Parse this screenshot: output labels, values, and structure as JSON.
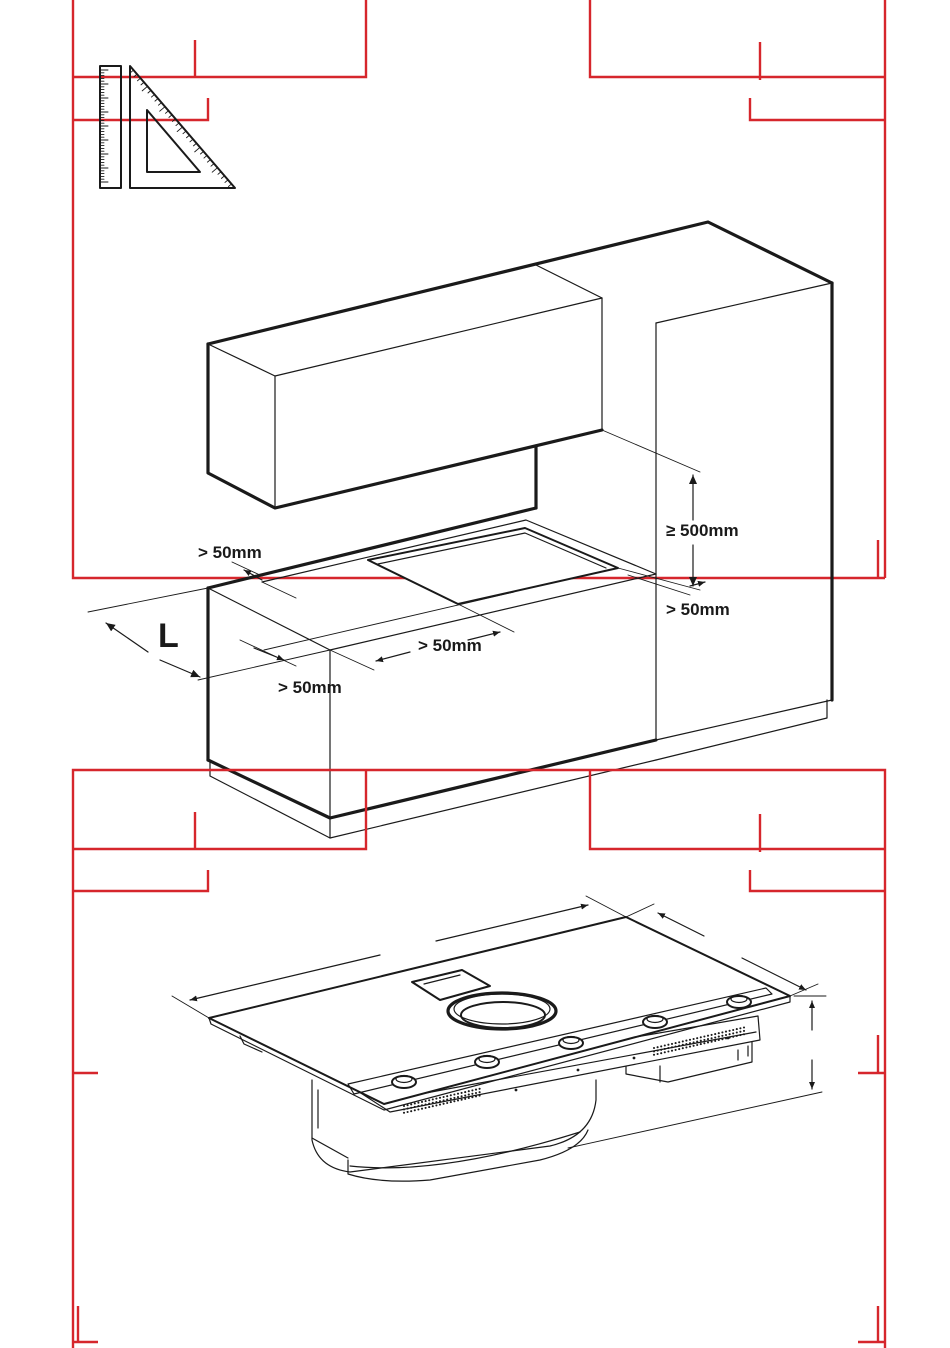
{
  "labels": {
    "clearance_left": "> 50mm",
    "clearance_height": "≥ 500mm",
    "clearance_right": "> 50mm",
    "clearance_back": "> 50mm",
    "clearance_front": "> 50mm",
    "depth": "L"
  },
  "icons": {
    "tools": "ruler-and-set-square-icon"
  },
  "colors": {
    "frame": "#d6262c",
    "lines": "#1a1a1a"
  }
}
